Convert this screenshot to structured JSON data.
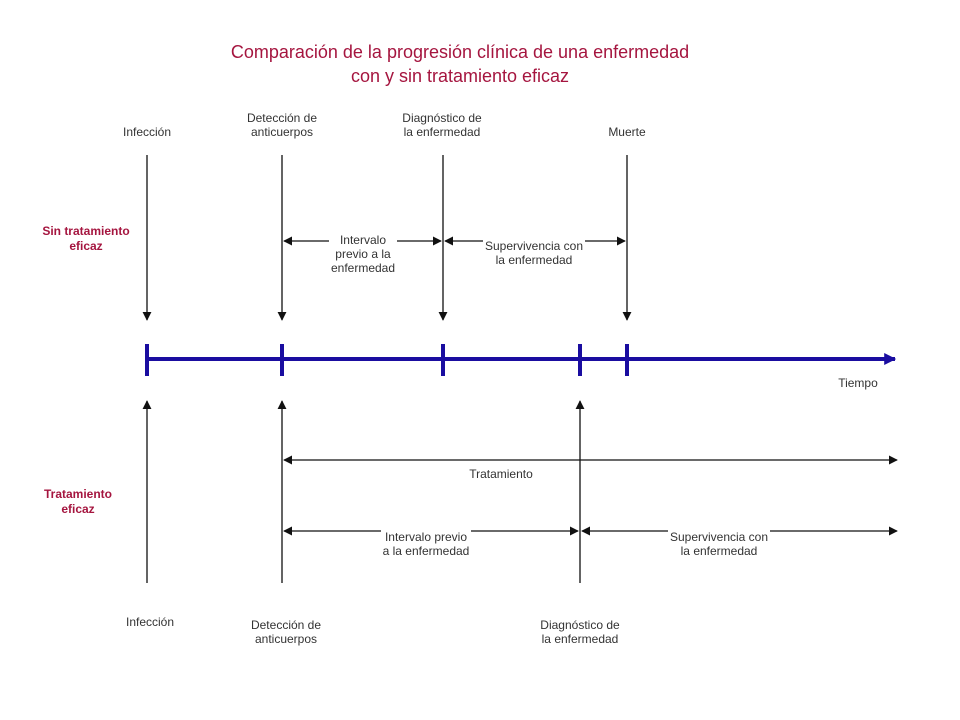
{
  "title_line1": "Comparación de la progresión clínica de una enfermedad",
  "title_line2": "con y sin tratamiento eficaz",
  "colors": {
    "title": "#a5153f",
    "timeline": "#1a0da0",
    "lines": "#111111",
    "text": "#333333"
  },
  "top": {
    "row_label": "Sin tratamiento\neficaz",
    "events": {
      "infection": "Infección",
      "antibody": "Detección de\nanticuerpos",
      "diagnosis": "Diagnóstico de\nla enfermedad",
      "death": "Muerte"
    },
    "intervals": {
      "pre_disease": "Intervalo\nprevio a la\nenfermedad",
      "survival": "Supervivencia con\nla enfermedad"
    }
  },
  "timeline": {
    "axis_label": "Tiempo"
  },
  "bottom": {
    "row_label": "Tratamiento\neficaz",
    "events": {
      "infection": "Infección",
      "antibody": "Detección de\nanticuerpos",
      "diagnosis": "Diagnóstico de\nla enfermedad"
    },
    "intervals": {
      "treatment": "Tratamiento",
      "pre_disease": "Intervalo previo\na la enfermedad",
      "survival": "Supervivencia con\nla enfermedad"
    }
  }
}
